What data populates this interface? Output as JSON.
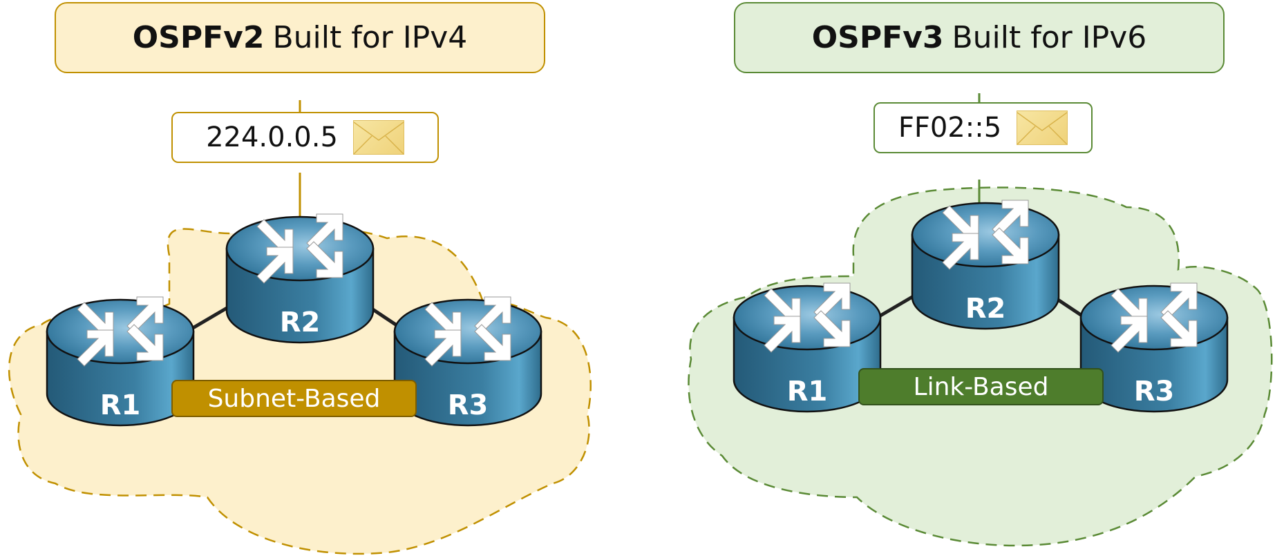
{
  "panels": [
    {
      "title_bold": "OSPFv2",
      "title_rest": "Built for IPv4",
      "multicast_address": "224.0.0.5",
      "envelope_icon": "envelope-icon",
      "badge": "Subnet-Based",
      "routers": [
        "R1",
        "R2",
        "R3"
      ],
      "colors": {
        "accent": "#c09000",
        "fill": "#fdf0cc",
        "badge": "#c09000"
      }
    },
    {
      "title_bold": "OSPFv3",
      "title_rest": "Built for IPv6",
      "multicast_address": "FF02::5",
      "envelope_icon": "envelope-icon",
      "badge": "Link-Based",
      "routers": [
        "R1",
        "R2",
        "R3"
      ],
      "colors": {
        "accent": "#5a8a35",
        "fill": "#e2efd9",
        "badge": "#4e7d2c"
      }
    }
  ]
}
